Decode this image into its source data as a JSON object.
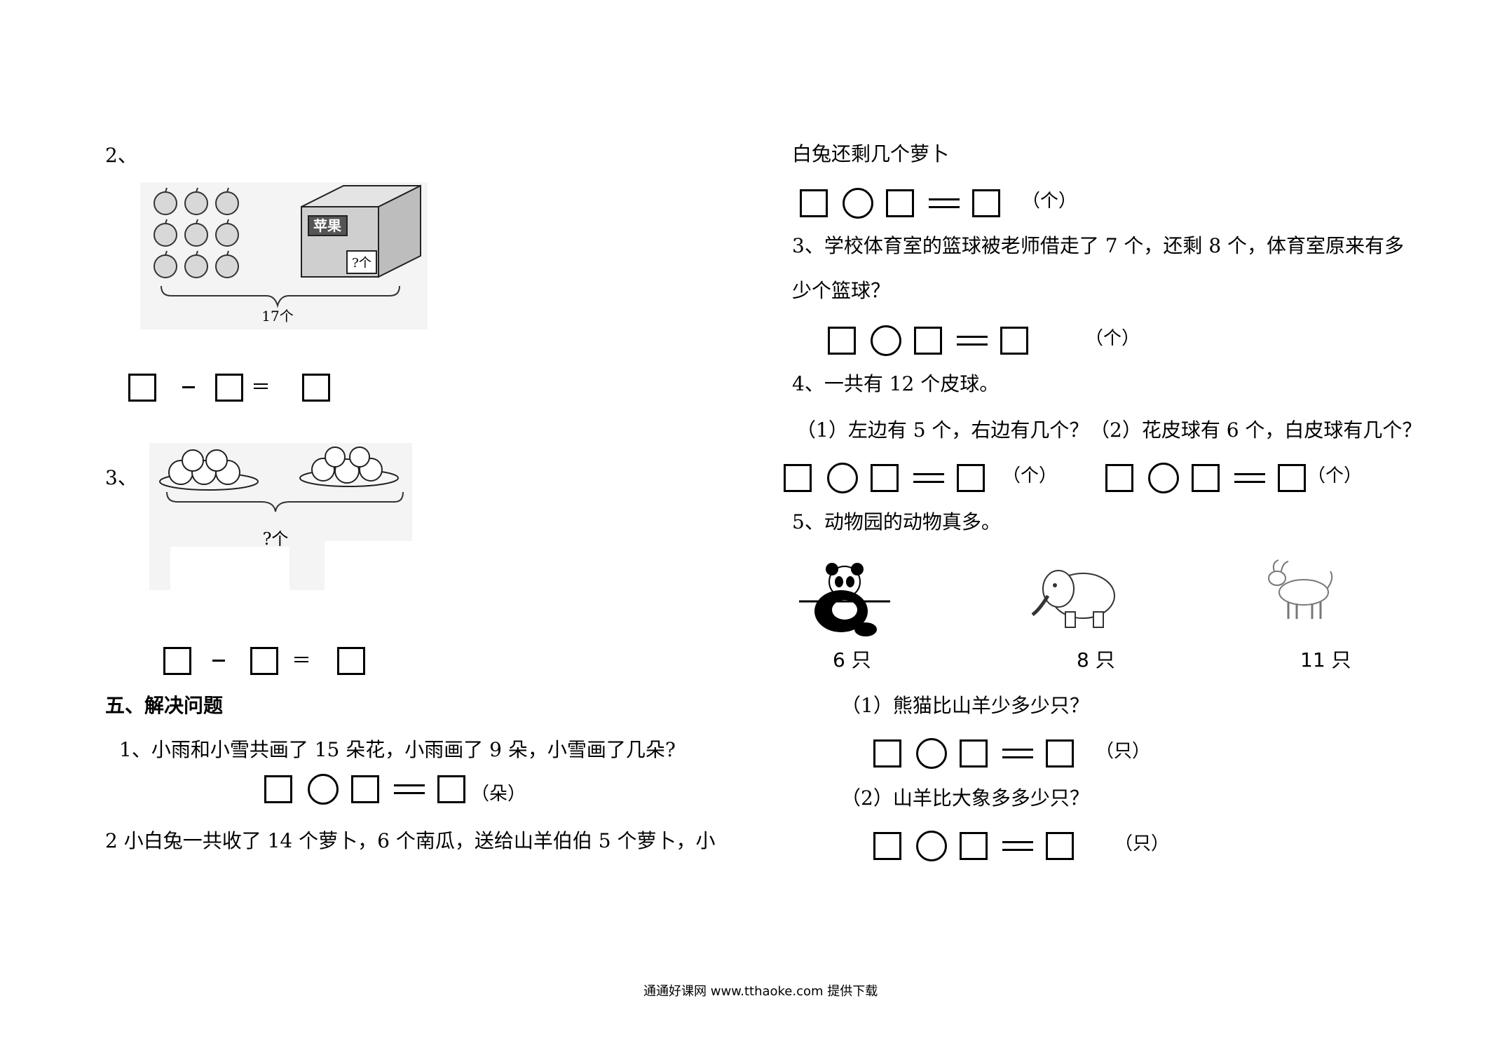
{
  "left": {
    "q2_label": "2、",
    "q2_box_label": "苹果",
    "q2_box_qty": "?个",
    "q2_total": "17个",
    "q3_label": "3、",
    "q3_total": "?个",
    "section_title": "五、解决问题",
    "p1_text": "1、小雨和小雪共画了 15 朵花，小雨画了 9 朵，小雪画了几朵?",
    "p1_unit": "（朵）",
    "p2_text": "2 小白兔一共收了 14 个萝卜，6 个南瓜，送给山羊伯伯 5 个萝卜，小"
  },
  "right": {
    "p2_cont": "白兔还剩几个萝卜",
    "p2_unit": "（个）",
    "p3_line1": "3、学校体育室的篮球被老师借走了 7 个，还剩 8 个，体育室原来有多",
    "p3_line2": "少个篮球？",
    "p3_unit": "（个）",
    "p4_title": "4、一共有 12 个皮球。",
    "p4_sub1": "（1）左边有 5 个，右边有几个？",
    "p4_sub2": "（2）花皮球有 6 个，白皮球有几个？",
    "p4_unit1": "（个）",
    "p4_unit2": "（个）",
    "p5_title": "5、动物园的动物真多。",
    "panda_count": "6 只",
    "elephant_count": "8 只",
    "goat_count": "11 只",
    "p5_q1": "（1）熊猫比山羊少多少只？",
    "p5_q1_unit": "（只）",
    "p5_q2": "（2）山羊比大象多多少只？",
    "p5_q2_unit": "（只）"
  },
  "footer": {
    "text": "通通好课网 www.tthaoke.com 提供下载"
  },
  "icons": [
    "apple-icon",
    "box-icon",
    "plate-of-apples-icon",
    "panda-icon",
    "elephant-icon",
    "goat-icon"
  ]
}
